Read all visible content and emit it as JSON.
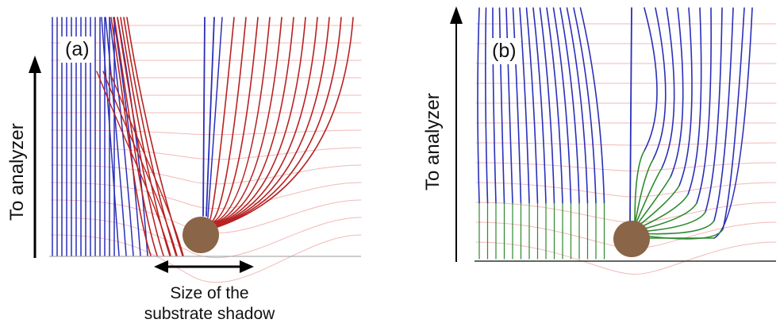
{
  "panels": [
    {
      "id": "a",
      "tag": "(a)",
      "axis_label": "To analyzer",
      "caption_line1": "Size of the",
      "caption_line2": "substrate shadow"
    },
    {
      "id": "b",
      "tag": "(b)",
      "axis_label": "To analyzer"
    }
  ],
  "colors": {
    "blue_lines": "#2a2fb8",
    "red_lines": "#b82222",
    "green_lines": "#2d8a2d",
    "field_lines": "#f2b8b8",
    "particle": "#8a6547",
    "axis": "#000000"
  }
}
